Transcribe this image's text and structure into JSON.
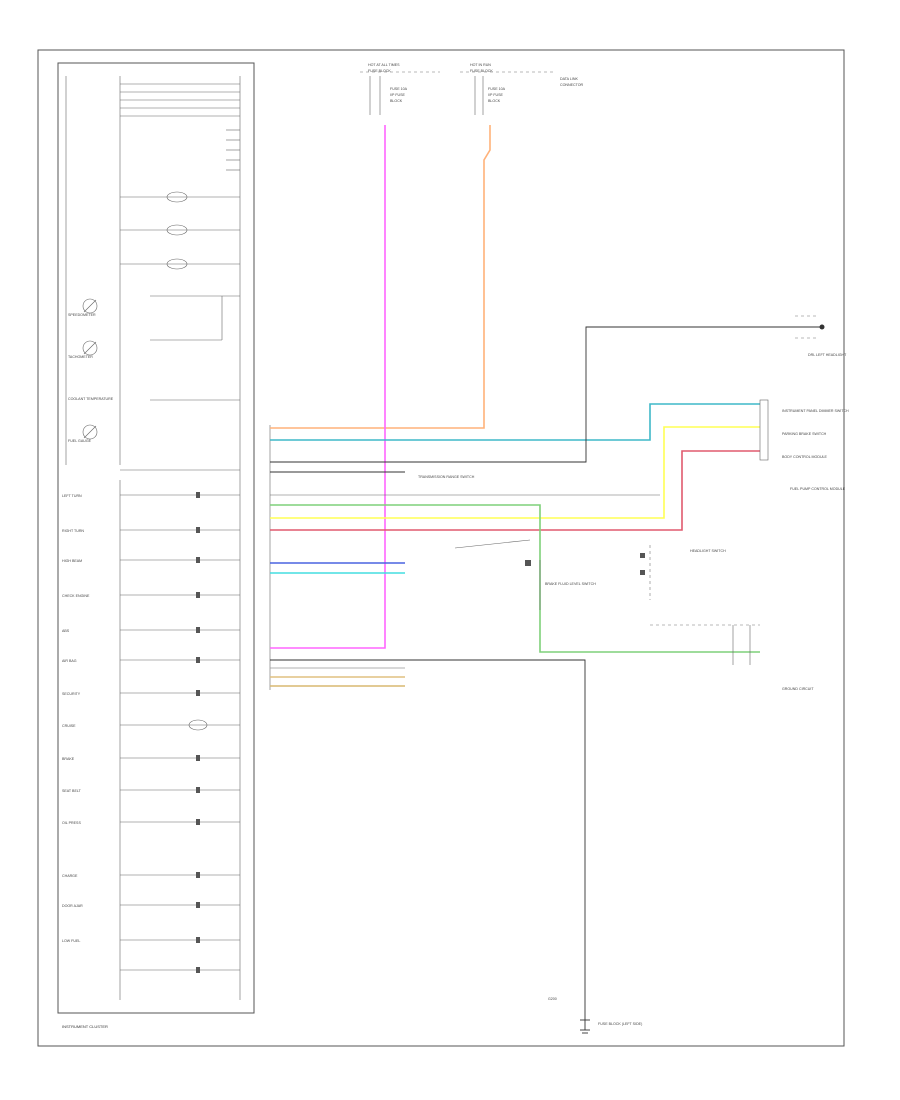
{
  "diagram": {
    "cluster_label": "INSTRUMENT CLUSTER",
    "footer_code": "",
    "gauges": [
      "SPEEDOMETER",
      "TACHOMETER",
      "COOLANT TEMPERATURE",
      "FUEL GAUGE"
    ],
    "indicators": [
      "LEFT TURN",
      "RIGHT TURN",
      "HIGH BEAM",
      "CHECK ENGINE",
      "ABS",
      "AIR BAG",
      "SECURITY",
      "CRUISE",
      "BRAKE",
      "SEAT BELT",
      "OIL PRESS",
      "CHARGE",
      "DOOR AJAR",
      "LOW FUEL"
    ],
    "top_connectors": [
      {
        "title": "HOT AT ALL TIMES",
        "sub": "FUSE BLOCK",
        "lines": [
          "FUSE 10A",
          "I/P FUSE",
          "BLOCK"
        ]
      },
      {
        "title": "HOT IN RUN",
        "sub": "FUSE BLOCK",
        "lines": [
          "FUSE 10A",
          "I/P FUSE",
          "BLOCK",
          "DATA LINK",
          "CONNECTOR"
        ]
      }
    ],
    "right_modules": [
      "DRL LEFT HEADLIGHT",
      "INSTRUMENT PANEL DIMMER SWITCH",
      "PARKING BRAKE SWITCH",
      "BODY CONTROL MODULE",
      "FUEL PUMP CONTROL MODULE",
      "HEADLIGHT SWITCH",
      "TRANSMISSION RANGE SWITCH",
      "BRAKE FLUID LEVEL SWITCH"
    ],
    "ground_label": "G200",
    "ground_caption": "FUSE BLOCK (LEFT SIDE)",
    "bottom_right_caption": "GROUND CIRCUIT",
    "wire_colors": {
      "orange": "#ffb27a",
      "magenta": "#ff66ff",
      "teal": "#3fb8c8",
      "yellow": "#ffff55",
      "red": "#e05a6e",
      "green": "#7ed07a",
      "blue": "#4a64e0",
      "cyan": "#44dde0",
      "tan": "#e0c080"
    }
  }
}
